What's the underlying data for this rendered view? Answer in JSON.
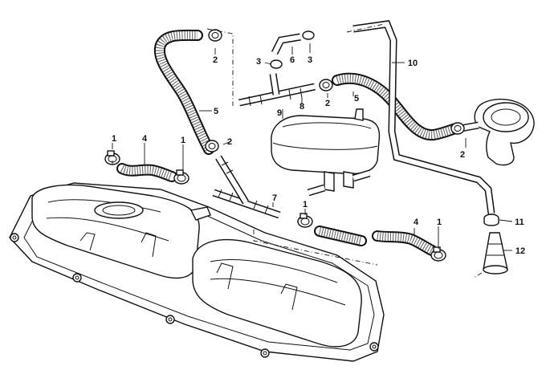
{
  "callouts": {
    "c1a": "1",
    "c1b": "1",
    "c1c": "1",
    "c1d": "1",
    "c2a": "2",
    "c2b": "2",
    "c2c": "2",
    "c2d": "2",
    "c3a": "3",
    "c3b": "3",
    "c4a": "4",
    "c4b": "4",
    "c5a": "5",
    "c5b": "5",
    "c6": "6",
    "c7": "7",
    "c8": "8",
    "c9": "9",
    "c10": "10",
    "c11": "11",
    "c12": "12"
  }
}
